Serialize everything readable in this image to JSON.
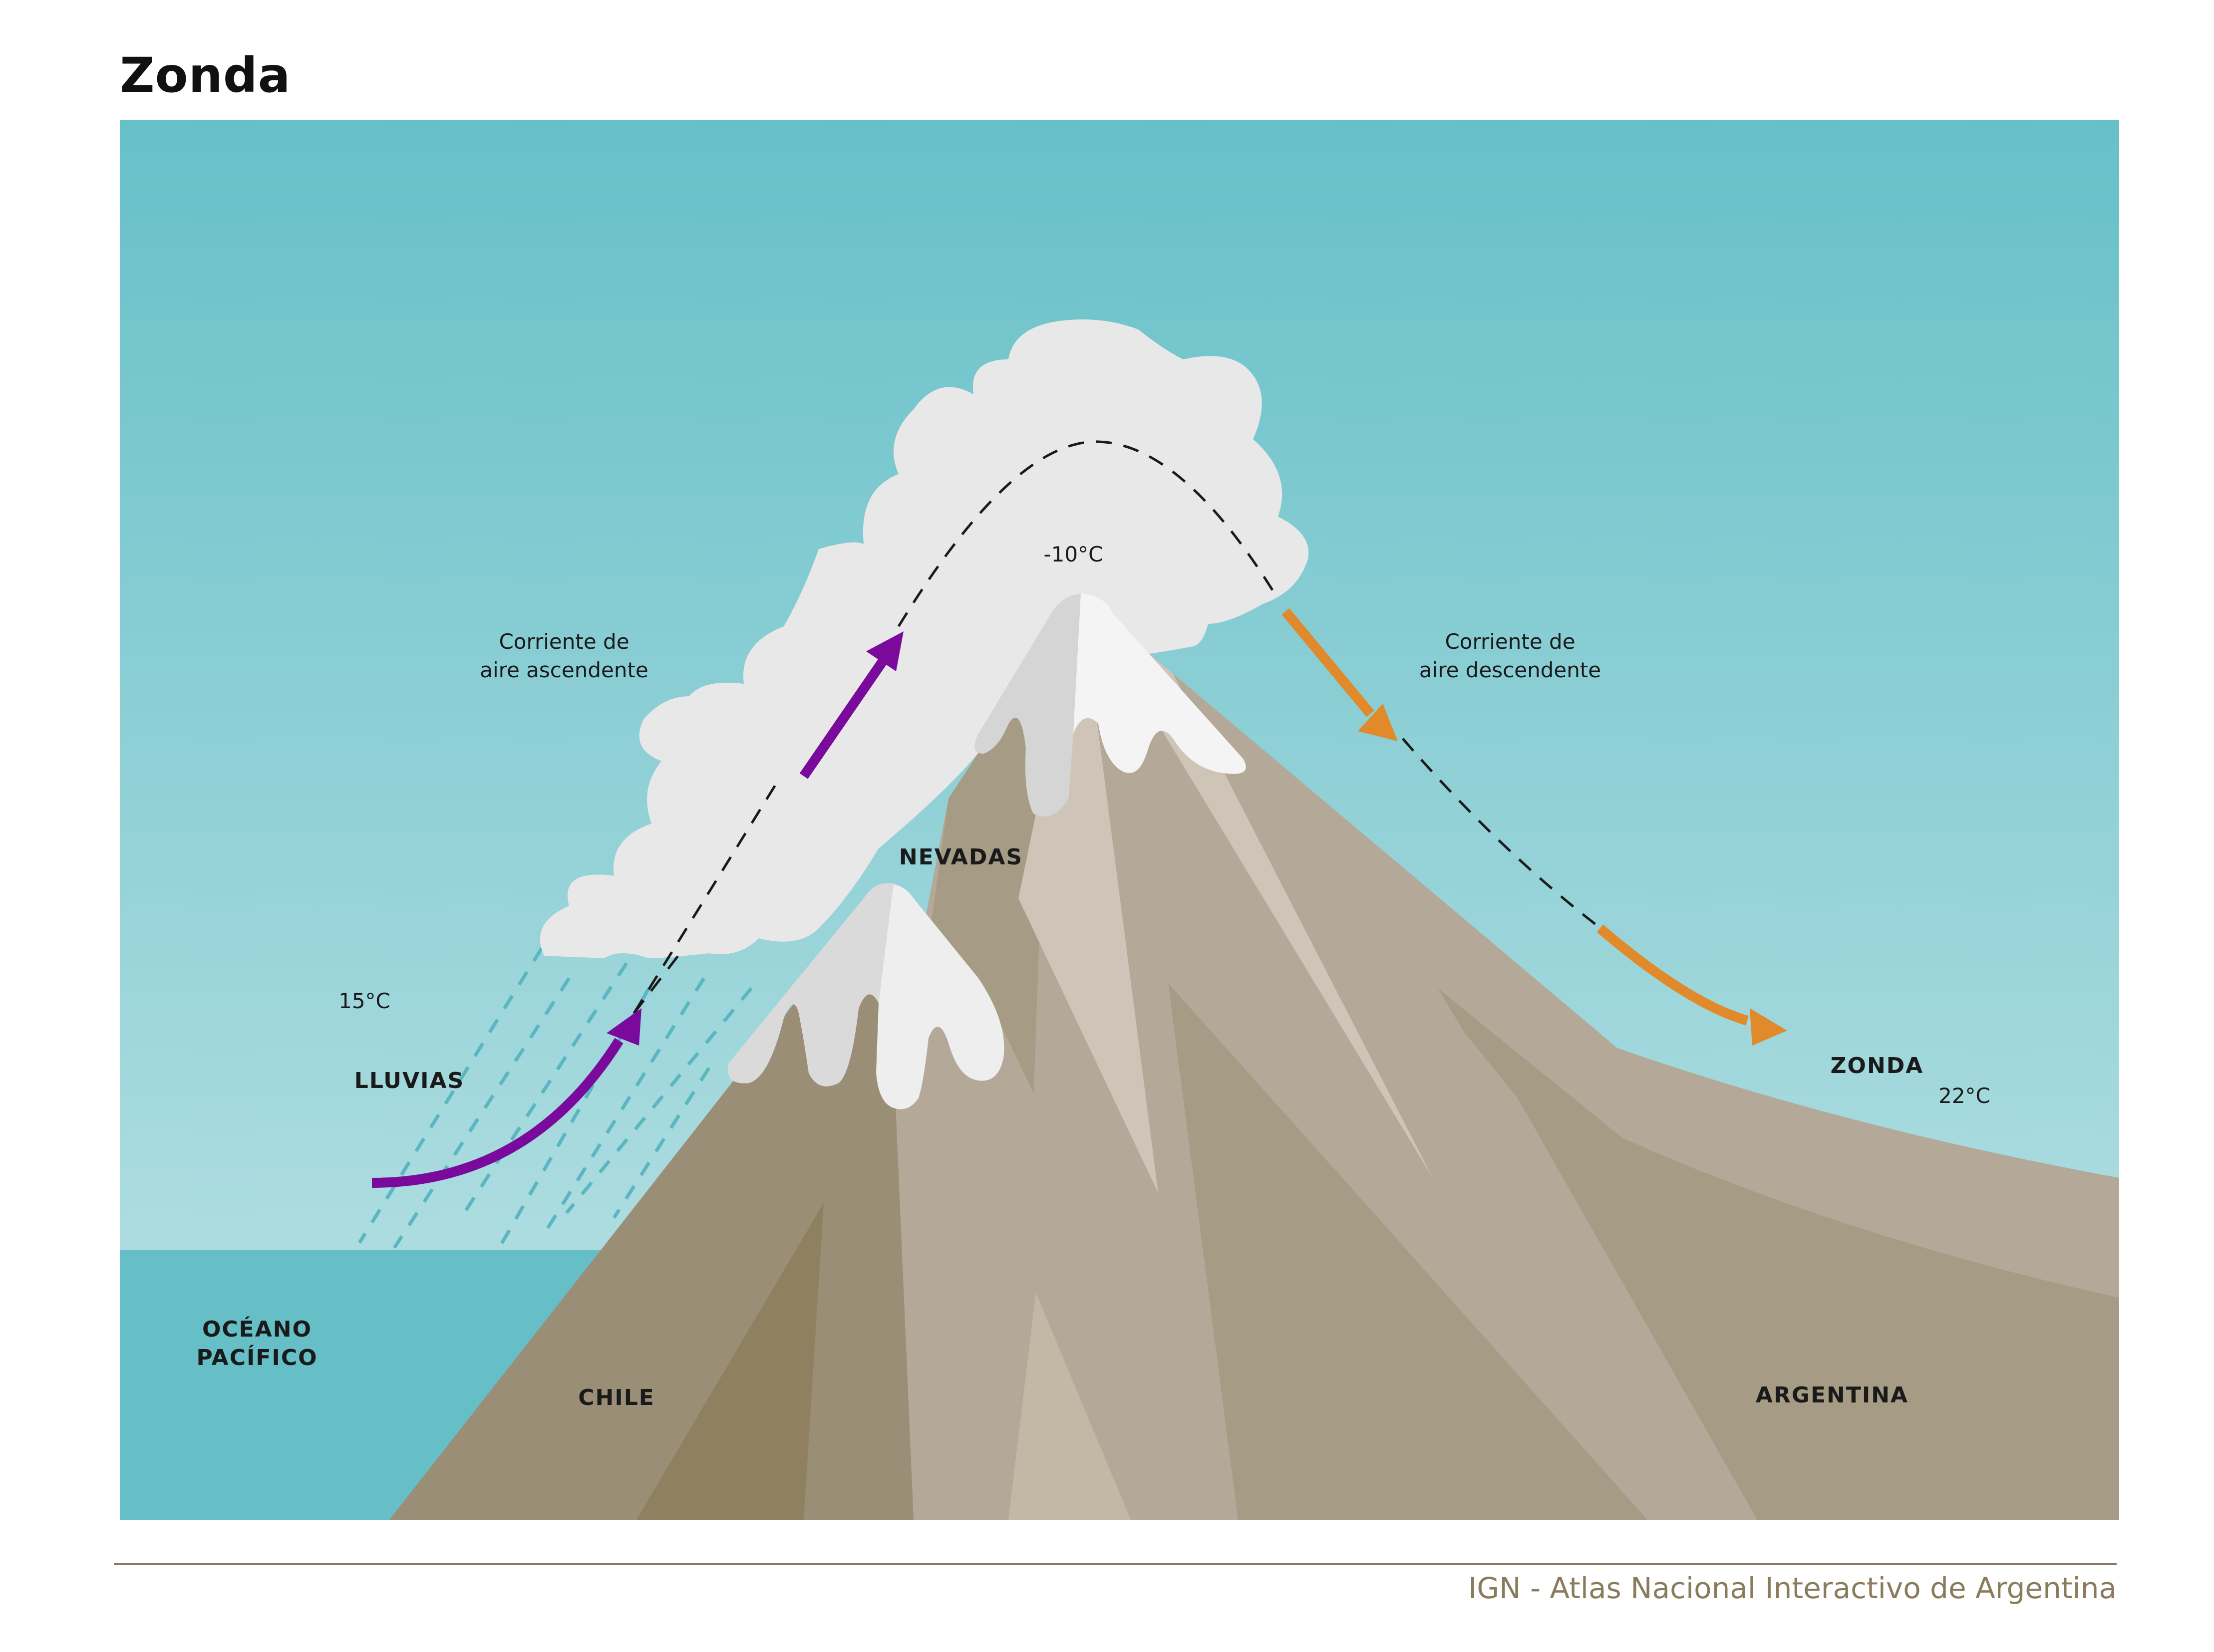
{
  "title": "Zonda",
  "labels": {
    "ocean_line1": "OCÉANO",
    "ocean_line2": "PACÍFICO",
    "chile": "CHILE",
    "argentina": "ARGENTINA",
    "nevadas": "NEVADAS",
    "lluvias": "LLUVIAS",
    "zonda": "ZONDA",
    "temp_left": "15°C",
    "temp_top": "-10°C",
    "temp_right": "22°C",
    "ascending_line1": "Corriente de",
    "ascending_line2": "aire ascendente",
    "descending_line1": "Corriente de",
    "descending_line2": "aire descendente"
  },
  "footer": "IGN - Atlas Nacional Interactivo de Argentina",
  "colors": {
    "sky_top": "#67c0c8",
    "sky_bottom": "#bde3e6",
    "ocean": "#66bfc7",
    "cloud": "#e8e8e8",
    "ascending_arrow": "#7a0a9c",
    "descending_arrow": "#e08a2c",
    "footer": "#8a7b5c"
  }
}
